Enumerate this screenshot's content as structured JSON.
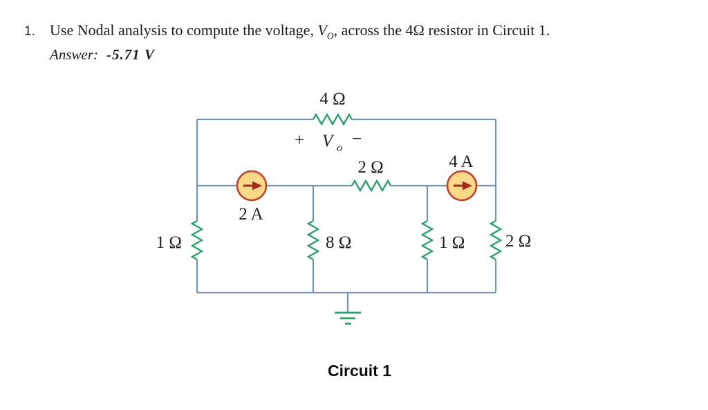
{
  "problem": {
    "number": "1.",
    "statement_before": "Use Nodal analysis to compute the voltage, ",
    "voltage_symbol": "V",
    "voltage_subscript": "O",
    "statement_after": ", across the 4Ω resistor in Circuit 1.",
    "answer_label": "Answer:",
    "answer_value": "-5.71 V"
  },
  "circuit": {
    "caption": "Circuit 1",
    "labels": {
      "resistor_top": "4 Ω",
      "vo_plus": "+",
      "vo_symbol": "V",
      "vo_subscript": "o",
      "vo_minus": "−",
      "resistor_middle": "2 Ω",
      "source_left": "2 A",
      "source_right": "4 A",
      "resistor_left": "1 Ω",
      "resistor_center": "8 Ω",
      "resistor_right_inner": "1 Ω",
      "resistor_right_outer": "2 Ω"
    },
    "colors": {
      "wire": "#7494af",
      "resistor": "#2aa06a",
      "source_fill": "#f8da88",
      "source_border": "#c0452f",
      "arrow": "#a9281c",
      "ground": "#2aa06a",
      "ink": "#1d1c1a"
    }
  }
}
